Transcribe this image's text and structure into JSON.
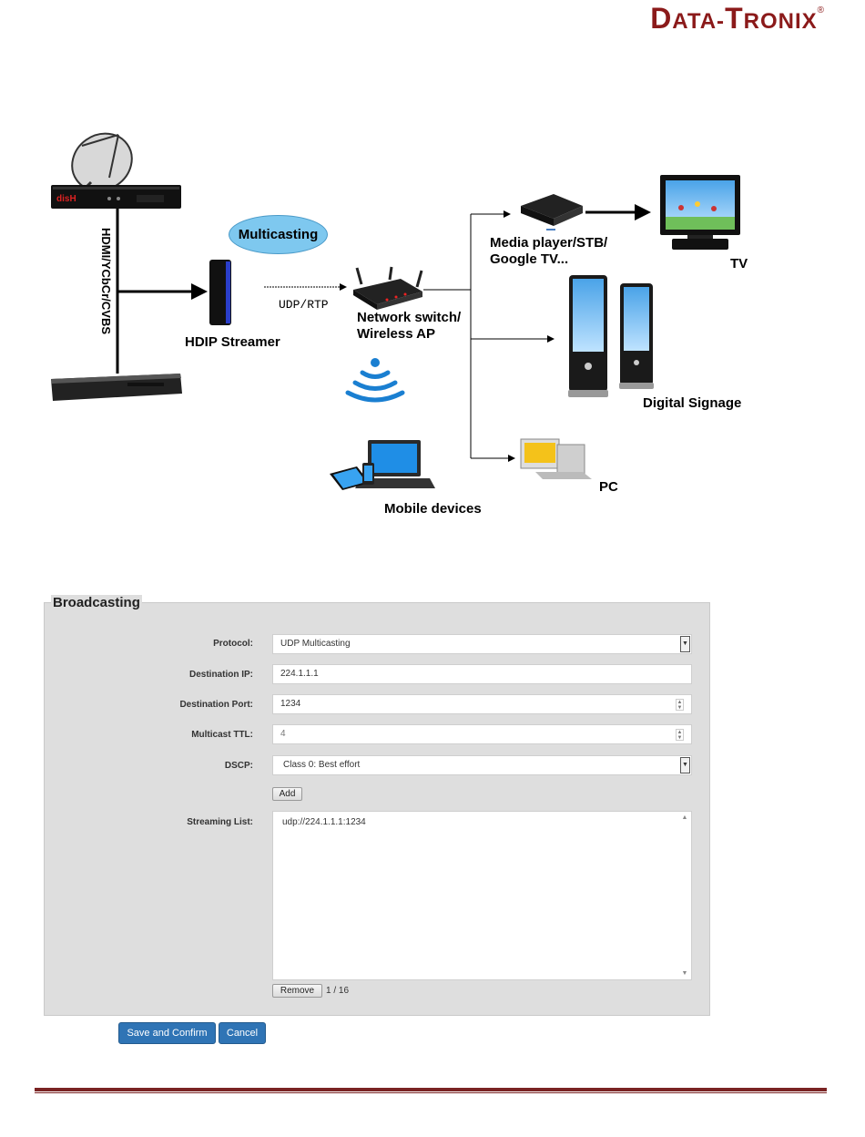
{
  "logo": {
    "d_initial": "D",
    "d_rest": "ATA-",
    "t_initial": "T",
    "t_rest": "RONIX",
    "mark": "®",
    "color": "#8b1a1a"
  },
  "diagram": {
    "cable_label": "HDMI/YCbCr/CVBS",
    "bubble": "Multicasting",
    "streamer": "HDIP Streamer",
    "protocol": "UDP/RTP",
    "switch_line1": "Network switch/",
    "switch_line2": "Wireless AP",
    "media_line1": "Media player/STB/",
    "media_line2": "Google TV...",
    "tv": "TV",
    "signage": "Digital Signage",
    "pc": "PC",
    "mobile": "Mobile devices",
    "satellite_brand": "disH",
    "icons": [
      "satellite-dish-icon",
      "set-top-box-icon",
      "bluray-player-icon",
      "streamer-device-icon",
      "router-icon",
      "wifi-icon",
      "media-player-icon",
      "tv-icon",
      "signage-kiosk-icon",
      "pc-icon",
      "laptop-icon",
      "tablet-icon",
      "phone-icon"
    ]
  },
  "broadcasting": {
    "title": "Broadcasting",
    "protocol_label": "Protocol:",
    "protocol_value": "UDP Multicasting",
    "dest_ip_label": "Destination IP:",
    "dest_ip_value": "224.1.1.1",
    "dest_port_label": "Destination Port:",
    "dest_port_value": "1234",
    "ttl_label": "Multicast TTL:",
    "ttl_value": "4",
    "dscp_label": "DSCP:",
    "dscp_value": "Class 0: Best effort",
    "add_label": "Add",
    "list_label": "Streaming List:",
    "list_items": [
      "udp://224.1.1.1:1234"
    ],
    "remove_label": "Remove",
    "count": "1 / 16",
    "save_label": "Save and Confirm",
    "cancel_label": "Cancel",
    "accent": "#2f74b5"
  }
}
